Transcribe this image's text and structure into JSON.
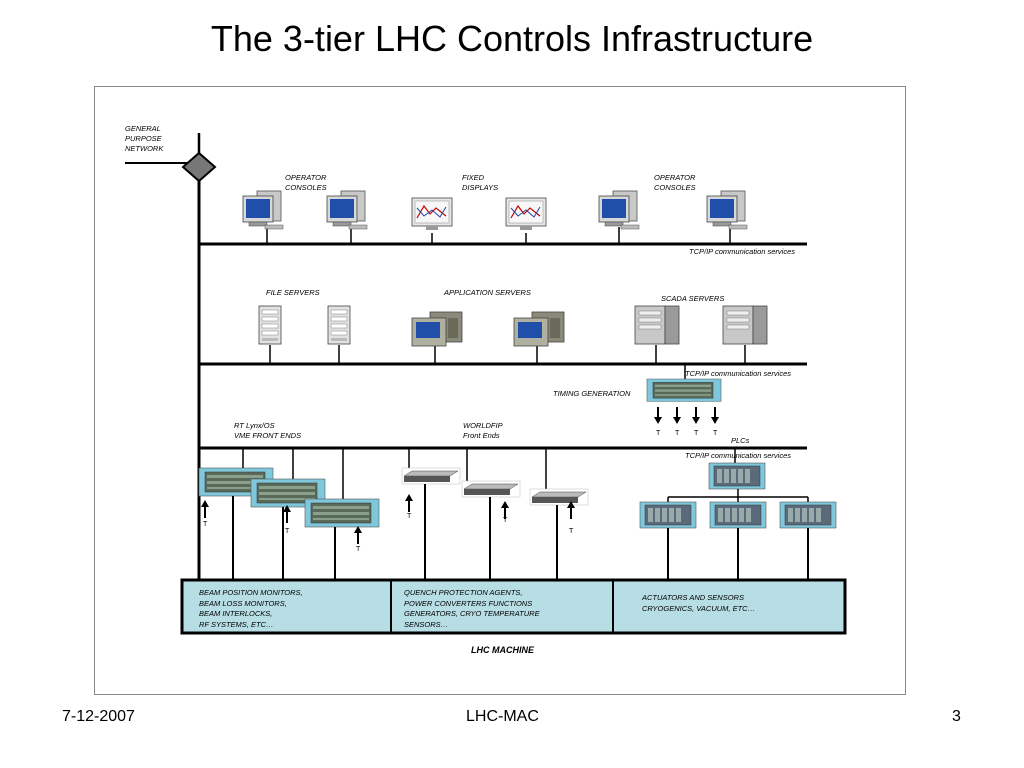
{
  "title": "The 3-tier LHC Controls Infrastructure",
  "diagram": {
    "general_network": [
      "GENERAL",
      "PURPOSE",
      "NETWORK"
    ],
    "operator_consoles_left": [
      "OPERATOR",
      "CONSOLES"
    ],
    "fixed_displays": [
      "FIXED",
      "DISPLAYS"
    ],
    "operator_consoles_right": [
      "OPERATOR",
      "CONSOLES"
    ],
    "tcpip_1": "TCP/IP communication services",
    "file_servers": "FILE SERVERS",
    "application_servers": "APPLICATION SERVERS",
    "scada_servers": "SCADA SERVERS",
    "tcpip_2": "TCP/IP communication services",
    "timing_generation": "TIMING GENERATION",
    "rt_lynx": [
      "RT Lynx/OS",
      "VME FRONT ENDS"
    ],
    "worldfip": [
      "WORLDFIP",
      "Front Ends"
    ],
    "plcs": "PLCs",
    "tcpip_3": "TCP/IP communication services",
    "t_mark": "T",
    "box1": [
      "BEAM POSITION MONITORS,",
      "BEAM LOSS MONITORS,",
      "BEAM INTERLOCKS,",
      "RF SYSTEMS, ETC…"
    ],
    "box2": [
      "QUENCH PROTECTION AGENTS,",
      "POWER CONVERTERS FUNCTIONS",
      "GENERATORS, CRYO TEMPERATURE",
      "SENSORS…"
    ],
    "box3": [
      "ACTUATORS AND SENSORS",
      "CRYOGENICS, VACUUM, ETC…"
    ],
    "lhc_machine": "LHC MACHINE"
  },
  "footer": {
    "date": "7-12-2007",
    "center": "LHC-MAC",
    "page": "3"
  },
  "colors": {
    "bus": "#000000",
    "machine_fill": "#b7dde5",
    "monitor_screen": "#1f4fa8",
    "crate_fill": "#7fc8dc"
  }
}
